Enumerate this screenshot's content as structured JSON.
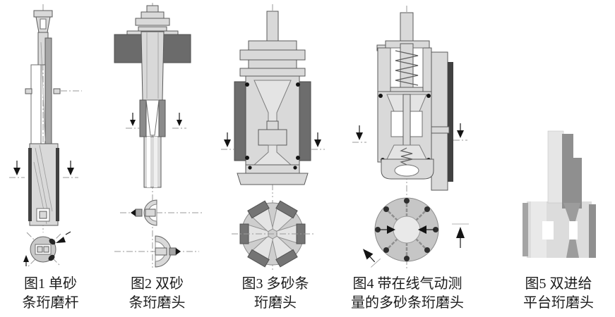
{
  "page": {
    "background": "#ffffff"
  },
  "colors": {
    "body_light": "#d9d9d9",
    "body_lighter": "#e4e4e4",
    "body_mid": "#a6a6a6",
    "abrasive_dark": "#6d6d6d",
    "edge_darker": "#414141",
    "arrow_black": "#141414",
    "centerline_gray": "#9a9a9a",
    "caption_text": "#1b1b1b"
  },
  "figures": [
    {
      "id": "figure-1",
      "caption_line1": "图1 单砂",
      "caption_line2": "条珩磨杆"
    },
    {
      "id": "figure-2",
      "caption_line1": "图2 双砂",
      "caption_line2": "条珩磨头"
    },
    {
      "id": "figure-3",
      "caption_line1": "图3 多砂条",
      "caption_line2": "珩磨头"
    },
    {
      "id": "figure-4",
      "caption_line1": "图4 带在线气动测",
      "caption_line2": "量的多砂条珩磨头"
    },
    {
      "id": "figure-5",
      "caption_line1": "图5 双进给",
      "caption_line2": "平台珩磨头"
    }
  ]
}
